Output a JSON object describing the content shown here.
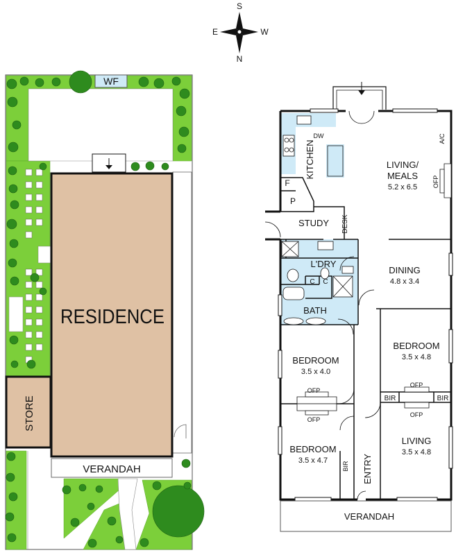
{
  "compass": {
    "north": "N",
    "south": "S",
    "east": "E",
    "west": "W"
  },
  "site": {
    "wf": "WF",
    "residence": "RESIDENCE",
    "store": "STORE",
    "verandah": "VERANDAH"
  },
  "floor_plan": {
    "kitchen": "KITCHEN",
    "dw": "DW",
    "f": "F",
    "p": "P",
    "study": "STUDY",
    "desk": "DESK",
    "laundry": "L'DRY",
    "c1": "C",
    "c2": "C",
    "bath": "BATH",
    "living_meals_name": "LIVING/",
    "living_meals_name2": "MEALS",
    "living_meals_dim": "5.2 x 6.5",
    "ac": "A/C",
    "ofp_living": "OFP",
    "dining_name": "DINING",
    "dining_dim": "4.8 x 3.4",
    "bed_nw_name": "BEDROOM",
    "bed_nw_dim": "3.5 x 4.0",
    "ofp_bed_nw": "OFP",
    "ofp_bed_sw": "OFP",
    "bed_sw_name": "BEDROOM",
    "bed_sw_dim": "3.5 x 4.7",
    "bir_sw": "BIR",
    "entry": "ENTRY",
    "bed_e_name": "BEDROOM",
    "bed_e_dim": "3.5 x 4.8",
    "ofp_bed_e": "OFP",
    "bir_left": "BIR",
    "bir_right": "BIR",
    "ofp_living2": "OFP",
    "living_name": "LIVING",
    "living_dim": "3.5 x 4.8",
    "verandah": "VERANDAH"
  },
  "colors": {
    "grass": "#7ccf3a",
    "shrub": "#2e8b1e",
    "residence": "#dfc1a4",
    "wet_area": "#cfeaf7",
    "wall": "#111111"
  }
}
